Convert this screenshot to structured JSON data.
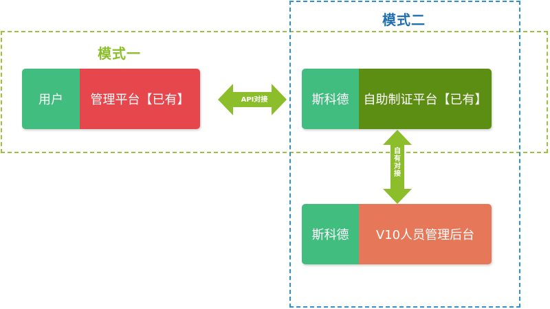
{
  "mode_one": {
    "title": "模式一"
  },
  "mode_two": {
    "title": "模式二"
  },
  "user_box": {
    "left": "用户",
    "right": "管理平台【已有】"
  },
  "cert_box": {
    "left": "斯科德",
    "right": "自助制证平台【已有】"
  },
  "v10_box": {
    "left": "斯科德",
    "right": "V10人员管理后台"
  },
  "api_arrow": {
    "label": "API对接"
  },
  "self_arrow": {
    "label": "自有对接"
  },
  "colors": {
    "mode_one_frame": "#9dc23a",
    "mode_two_frame": "#2d8fd6",
    "green_tab": "#41bd80",
    "red_box": "#e5474c",
    "olive_box": "#5c8e14",
    "orange_box": "#e67758",
    "arrow": "#8cbd2a"
  }
}
